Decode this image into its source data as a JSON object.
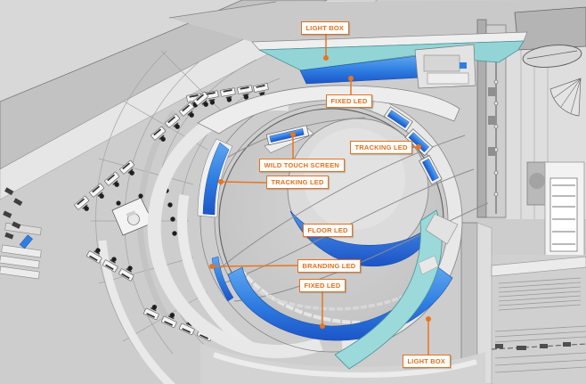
{
  "diagram": {
    "kind": "architectural floor plan rendering with LED / light annotations",
    "annotations": [
      {
        "id": "light-box-top",
        "text": "LIGHT BOX"
      },
      {
        "id": "fixed-led-top",
        "text": "FIXED LED"
      },
      {
        "id": "tracking-led-right",
        "text": "TRACKING LED"
      },
      {
        "id": "wild-touch-screen",
        "text": "WILD TOUCH SCREEN"
      },
      {
        "id": "tracking-led-left",
        "text": "TRACKING LED"
      },
      {
        "id": "floor-led",
        "text": "FLOOR LED"
      },
      {
        "id": "branding-led",
        "text": "BRANDING LED"
      },
      {
        "id": "fixed-led-bottom",
        "text": "FIXED LED"
      },
      {
        "id": "light-box-bottom",
        "text": "LIGHT BOX"
      }
    ],
    "colors": {
      "annotation_orange": "#e4701c",
      "led_blue": "#2f7ee2",
      "light_box_cyan": "#93d5d7",
      "background_gray": "#cdcdcd"
    }
  }
}
